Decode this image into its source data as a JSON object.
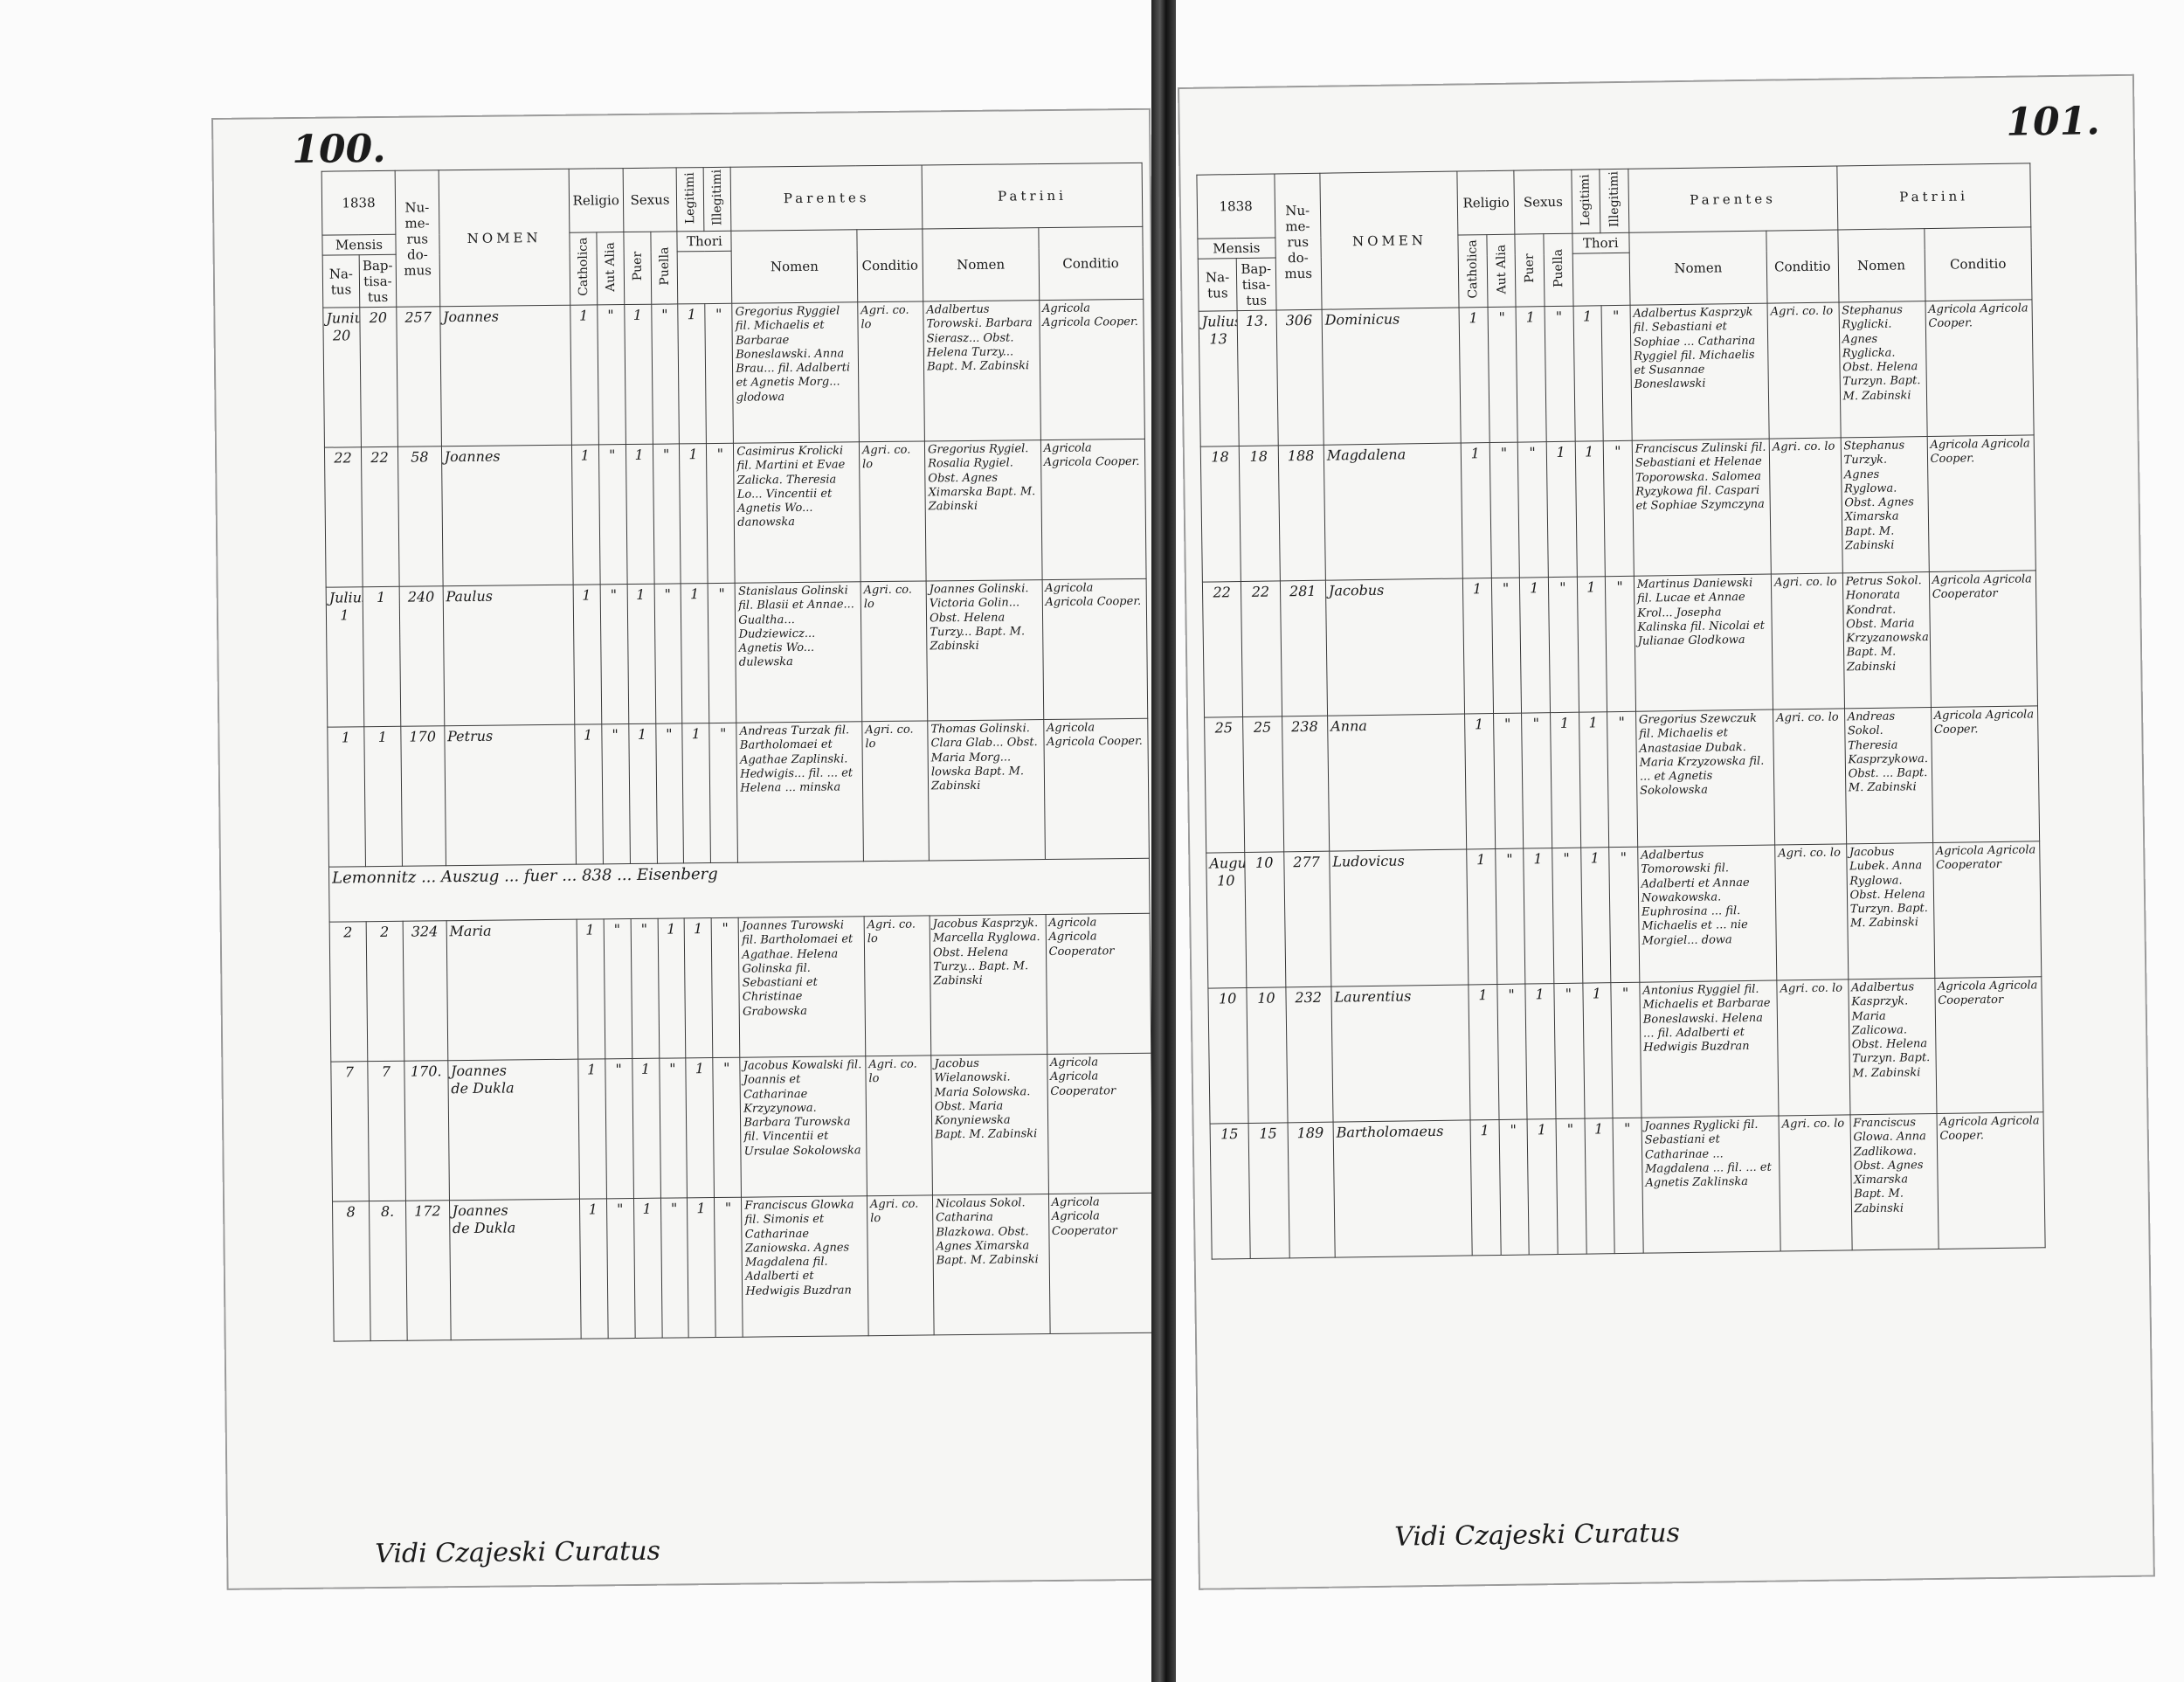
{
  "left_page": {
    "page_number": "100.",
    "header": {
      "year": "1838",
      "mensis": "Mensis",
      "natus": "Na-tus",
      "baptisatus": "Bap-tisa-tus",
      "numerus_domus": "Nu-me-rus do-mus",
      "nomen": "NOMEN",
      "religio": "Religio",
      "catholica": "Catholica",
      "aut_alia": "Aut Alia",
      "sexus": "Sexus",
      "puer": "Puer",
      "puella": "Puella",
      "legitimi": "Legitimi",
      "illegitimi": "Illegitimi",
      "thori": "Thori",
      "parentes": "Parentes",
      "patrini": "Patrini",
      "col_nomen": "Nomen",
      "col_conditio": "Conditio"
    },
    "entries": [
      {
        "month": "Junius",
        "natus": "20",
        "bapt": "20",
        "domus": "257",
        "nomen": "Joannes",
        "catholica": "1",
        "aut_alia": "\"",
        "puer": "1",
        "puella": "\"",
        "legitimi": "1",
        "illegitimi": "\"",
        "parentes": "Gregorius Ryggiel fil. Michaelis et Barbarae Boneslawski. Anna Brau... fil. Adalberti et Agnetis Morg... glodowa",
        "parentes_cond": "Agri. co. lo",
        "patrini": "Adalbertus Torowski. Barbara Sierasz... Obst. Helena Turzy... Bapt. M. Zabinski",
        "patrini_cond": "Agricola Agricola Cooper."
      },
      {
        "month": "",
        "natus": "22",
        "bapt": "22",
        "domus": "58",
        "nomen": "Joannes",
        "catholica": "1",
        "aut_alia": "\"",
        "puer": "1",
        "puella": "\"",
        "legitimi": "1",
        "illegitimi": "\"",
        "parentes": "Casimirus Krolicki fil. Martini et Evae Zalicka. Theresia Lo... Vincentii et Agnetis Wo... danowska",
        "parentes_cond": "Agri. co. lo",
        "patrini": "Gregorius Rygiel. Rosalia Rygiel. Obst. Agnes Ximarska Bapt. M. Zabinski",
        "patrini_cond": "Agricola Agricola Cooper."
      },
      {
        "month": "Julius",
        "natus": "1",
        "bapt": "1",
        "domus": "240",
        "nomen": "Paulus",
        "catholica": "1",
        "aut_alia": "\"",
        "puer": "1",
        "puella": "\"",
        "legitimi": "1",
        "illegitimi": "\"",
        "parentes": "Stanislaus Golinski fil. Blasii et Annae... Gualtha... Dudziewicz... Agnetis Wo... dulewska",
        "parentes_cond": "Agri. co. lo",
        "patrini": "Joannes Golinski. Victoria Golin... Obst. Helena Turzy... Bapt. M. Zabinski",
        "patrini_cond": "Agricola Agricola Cooper."
      },
      {
        "month": "",
        "natus": "1",
        "bapt": "1",
        "domus": "170",
        "nomen": "Petrus",
        "catholica": "1",
        "aut_alia": "\"",
        "puer": "1",
        "puella": "\"",
        "legitimi": "1",
        "illegitimi": "\"",
        "parentes": "Andreas Turzak fil. Bartholomaei et Agathae Zaplinski. Hedwigis... fil. ... et Helena ... minska",
        "parentes_cond": "Agri. co. lo",
        "patrini": "Thomas Golinski. Clara Glab... Obst. Maria Morg... lowska Bapt. M. Zabinski",
        "patrini_cond": "Agricola Agricola Cooper."
      },
      {
        "month": "",
        "natus": "2",
        "bapt": "2",
        "domus": "324",
        "nomen": "Maria",
        "catholica": "1",
        "aut_alia": "\"",
        "puer": "\"",
        "puella": "1",
        "legitimi": "1",
        "illegitimi": "\"",
        "parentes": "Joannes Turowski fil. Bartholomaei et Agathae. Helena Golinska fil. Sebastiani et Christinae Grabowska",
        "parentes_cond": "Agri. co. lo",
        "patrini": "Jacobus Kasprzyk. Marcella Ryglowa. Obst. Helena Turzy... Bapt. M. Zabinski",
        "patrini_cond": "Agricola Agricola Cooperator"
      },
      {
        "month": "",
        "natus": "7",
        "bapt": "7",
        "domus": "170.",
        "nomen": "Joannes",
        "nomen_note": "de Dukla",
        "catholica": "1",
        "aut_alia": "\"",
        "puer": "1",
        "puella": "\"",
        "legitimi": "1",
        "illegitimi": "\"",
        "parentes": "Jacobus Kowalski fil. Joannis et Catharinae Krzyzynowa. Barbara Turowska fil. Vincentii et Ursulae Sokolowska",
        "parentes_cond": "Agri. co. lo",
        "patrini": "Jacobus Wielanowski. Maria Solowska. Obst. Maria Konyniewska Bapt. M. Zabinski",
        "patrini_cond": "Agricola Agricola Cooperator"
      },
      {
        "month": "",
        "natus": "8",
        "bapt": "8.",
        "domus": "172",
        "nomen": "Joannes",
        "nomen_note": "de Dukla",
        "catholica": "1",
        "aut_alia": "\"",
        "puer": "1",
        "puella": "\"",
        "legitimi": "1",
        "illegitimi": "\"",
        "parentes": "Franciscus Glowka fil. Simonis et Catharinae Zaniowska. Agnes Magdalena fil. Adalberti et Hedwigis Buzdran",
        "parentes_cond": "Agri. co. lo",
        "patrini": "Nicolaus Sokol. Catharina Blazkowa. Obst. Agnes Ximarska Bapt. M. Zabinski",
        "patrini_cond": "Agricola Agricola Cooperator"
      }
    ],
    "note": "Lemonnitz ... Auszug ... fuer ... 838 ... Eisenberg",
    "signature": "Vidi Czajeski Curatus"
  },
  "right_page": {
    "page_number": "101.",
    "header": {
      "year": "1838",
      "mensis": "Mensis",
      "natus": "Na-tus",
      "baptisatus": "Bap-tisa-tus",
      "numerus_domus": "Nu-me-rus do-mus",
      "nomen": "NOMEN",
      "religio": "Religio",
      "catholica": "Catholica",
      "aut_alia": "Aut Alia",
      "sexus": "Sexus",
      "puer": "Puer",
      "puella": "Puella",
      "legitimi": "Legitimi",
      "illegitimi": "Illegitimi",
      "thori": "Thori",
      "parentes": "Parentes",
      "patrini": "Patrini",
      "col_nomen": "Nomen",
      "col_conditio": "Conditio"
    },
    "entries": [
      {
        "month": "Julius",
        "natus": "13",
        "bapt": "13.",
        "domus": "306",
        "nomen": "Dominicus",
        "catholica": "1",
        "aut_alia": "\"",
        "puer": "1",
        "puella": "\"",
        "legitimi": "1",
        "illegitimi": "\"",
        "parentes": "Adalbertus Kasprzyk fil. Sebastiani et Sophiae ... Catharina Ryggiel fil. Michaelis et Susannae Boneslawski",
        "parentes_cond": "Agri. co. lo",
        "patrini": "Stephanus Ryglicki. Agnes Ryglicka. Obst. Helena Turzyn. Bapt. M. Zabinski",
        "patrini_cond": "Agricola Agricola Cooper."
      },
      {
        "month": "",
        "natus": "18",
        "bapt": "18",
        "domus": "188",
        "nomen": "Magdalena",
        "catholica": "1",
        "aut_alia": "\"",
        "puer": "\"",
        "puella": "1",
        "legitimi": "1",
        "illegitimi": "\"",
        "parentes": "Franciscus Zulinski fil. Sebastiani et Helenae Toporowska. Salomea Ryzykowa fil. Caspari et Sophiae Szymczyna",
        "parentes_cond": "Agri. co. lo",
        "patrini": "Stephanus Turzyk. Agnes Ryglowa. Obst. Agnes Ximarska Bapt. M. Zabinski",
        "patrini_cond": "Agricola Agricola Cooper."
      },
      {
        "month": "",
        "natus": "22",
        "bapt": "22",
        "domus": "281",
        "nomen": "Jacobus",
        "catholica": "1",
        "aut_alia": "\"",
        "puer": "1",
        "puella": "\"",
        "legitimi": "1",
        "illegitimi": "\"",
        "parentes": "Martinus Daniewski fil. Lucae et Annae Krol... Josepha Kalinska fil. Nicolai et Julianae Glodkowa",
        "parentes_cond": "Agri. co. lo",
        "patrini": "Petrus Sokol. Honorata Kondrat. Obst. Maria Krzyzanowska Bapt. M. Zabinski",
        "patrini_cond": "Agricola Agricola Cooperator"
      },
      {
        "month": "",
        "natus": "25",
        "bapt": "25",
        "domus": "238",
        "nomen": "Anna",
        "catholica": "1",
        "aut_alia": "\"",
        "puer": "\"",
        "puella": "1",
        "legitimi": "1",
        "illegitimi": "\"",
        "parentes": "Gregorius Szewczuk fil. Michaelis et Anastasiae Dubak. Maria Krzyzowska fil. ... et Agnetis Sokolowska",
        "parentes_cond": "Agri. co. lo",
        "patrini": "Andreas Sokol. Theresia Kasprzykowa. Obst. ... Bapt. M. Zabinski",
        "patrini_cond": "Agricola Agricola Cooper."
      },
      {
        "month": "Augustus",
        "natus": "10",
        "bapt": "10",
        "domus": "277",
        "nomen": "Ludovicus",
        "catholica": "1",
        "aut_alia": "\"",
        "puer": "1",
        "puella": "\"",
        "legitimi": "1",
        "illegitimi": "\"",
        "parentes": "Adalbertus Tomorowski fil. Adalberti et Annae Nowakowska. Euphrosina ... fil. Michaelis et ... nie Morgiel... dowa",
        "parentes_cond": "Agri. co. lo",
        "patrini": "Jacobus Lubek. Anna Ryglowa. Obst. Helena Turzyn. Bapt. M. Zabinski",
        "patrini_cond": "Agricola Agricola Cooperator"
      },
      {
        "month": "",
        "natus": "10",
        "bapt": "10",
        "domus": "232",
        "nomen": "Laurentius",
        "catholica": "1",
        "aut_alia": "\"",
        "puer": "1",
        "puella": "\"",
        "legitimi": "1",
        "illegitimi": "\"",
        "parentes": "Antonius Ryggiel fil. Michaelis et Barbarae Boneslawski. Helena ... fil. Adalberti et Hedwigis Buzdran",
        "parentes_cond": "Agri. co. lo",
        "patrini": "Adalbertus Kasprzyk. Maria Zalicowa. Obst. Helena Turzyn. Bapt. M. Zabinski",
        "patrini_cond": "Agricola Agricola Cooperator"
      },
      {
        "month": "",
        "natus": "15",
        "bapt": "15",
        "domus": "189",
        "nomen": "Bartholomaeus",
        "catholica": "1",
        "aut_alia": "\"",
        "puer": "1",
        "puella": "\"",
        "legitimi": "1",
        "illegitimi": "\"",
        "parentes": "Joannes Ryglicki fil. Sebastiani et Catharinae ... Magdalena ... fil. ... et Agnetis Zaklinska",
        "parentes_cond": "Agri. co. lo",
        "patrini": "Franciscus Glowa. Anna Zadlikowa. Obst. Agnes Ximarska Bapt. M. Zabinski",
        "patrini_cond": "Agricola Agricola Cooper."
      }
    ],
    "signature": "Vidi Czajeski Curatus"
  }
}
